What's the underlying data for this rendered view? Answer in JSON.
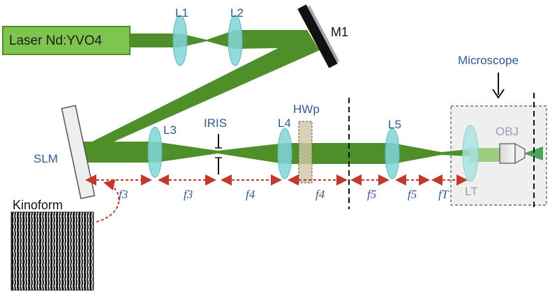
{
  "labels": {
    "laser": "Laser Nd:YVO4",
    "l1": "L1",
    "l2": "L2",
    "m1": "M1",
    "slm": "SLM",
    "l3": "L3",
    "iris": "IRIS",
    "l4": "L4",
    "hwp": "HWp",
    "l5": "L5",
    "microscope": "Microscope",
    "obj": "OBJ",
    "lt": "LT",
    "kinoform": "Kinoform"
  },
  "focal_labels": [
    "f3",
    "f3",
    "f4",
    "f4",
    "f5",
    "f5",
    "fT"
  ],
  "colors": {
    "beam": "#4f8f2a",
    "laser_box": "#7ec44f",
    "lens": "#7fd6d8",
    "label_text": "#34588c",
    "arrow": "#c0392b"
  }
}
